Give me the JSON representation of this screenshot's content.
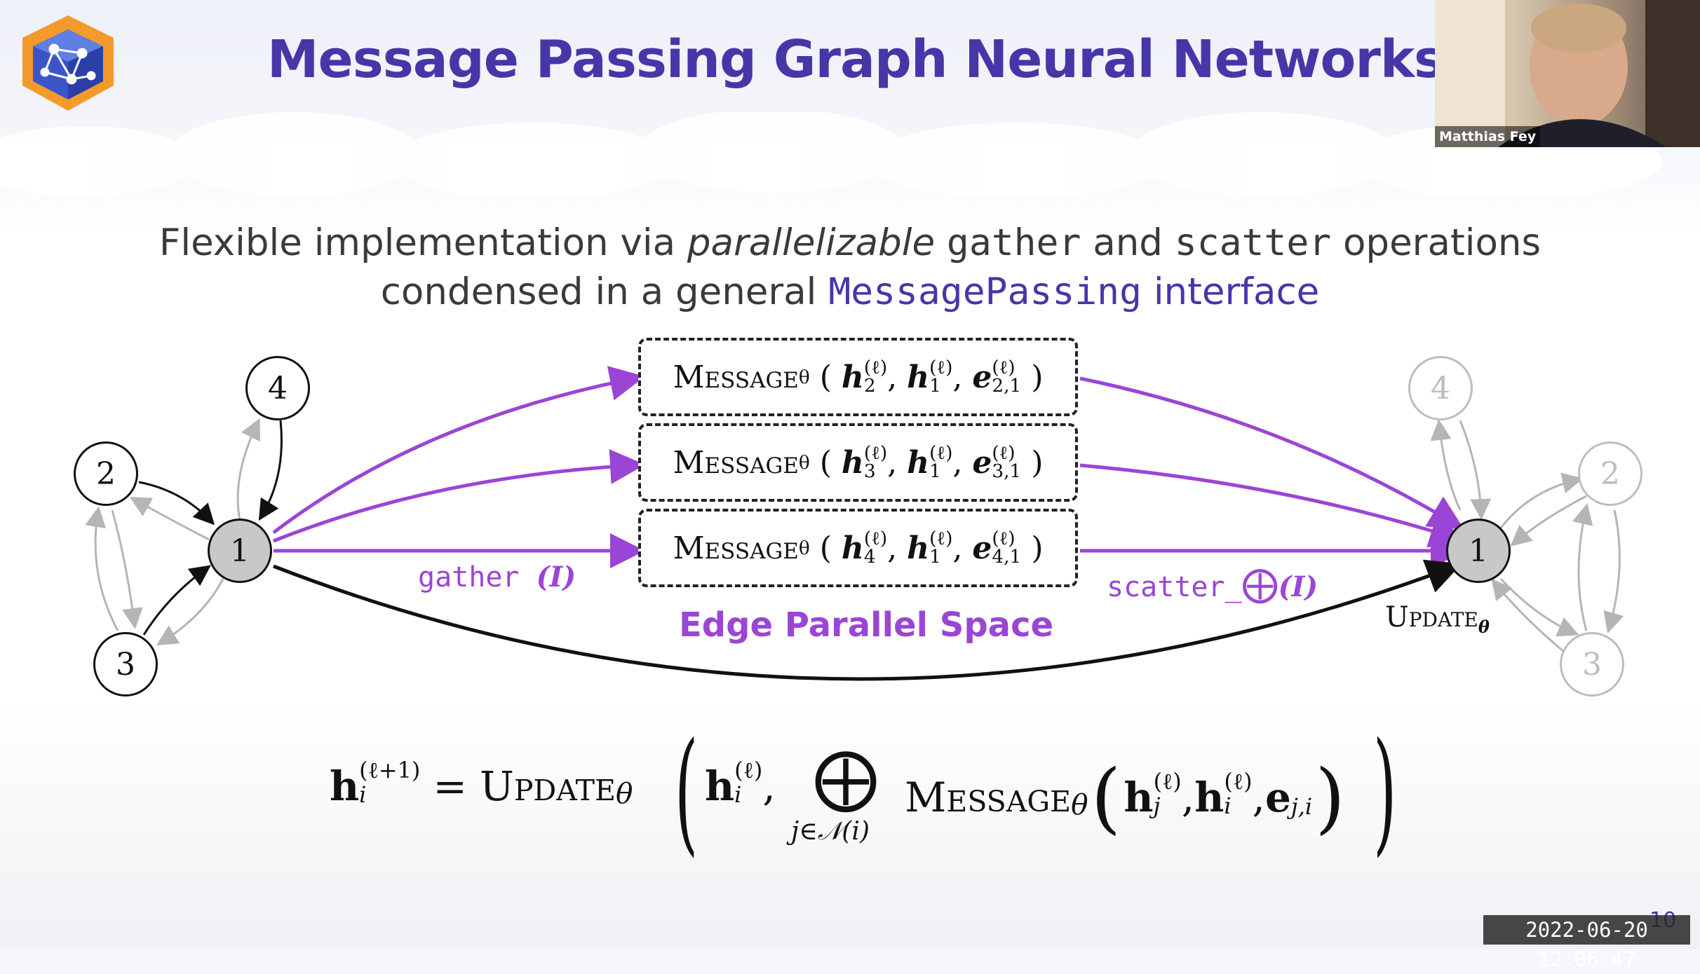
{
  "slide": {
    "title": "Message Passing Graph Neural Networks",
    "subtitle": {
      "l1_a": "Flexible implementation via ",
      "l1_b": "parallelizable",
      "l1_c": " ",
      "l1_d": "gather",
      "l1_e": " and ",
      "l1_f": "scatter",
      "l1_g": " operations",
      "l2_a": "condensed in a general ",
      "l2_b": "MessagePassing",
      "l2_c": " interface"
    },
    "messages": [
      {
        "fn": "Message",
        "sub": "θ",
        "h1": "h",
        "s1": "2",
        "h2": "h",
        "s2": "1",
        "e": "e",
        "es": "2,1",
        "sup": "(ℓ)"
      },
      {
        "fn": "Message",
        "sub": "θ",
        "h1": "h",
        "s1": "3",
        "h2": "h",
        "s2": "1",
        "e": "e",
        "es": "3,1",
        "sup": "(ℓ)"
      },
      {
        "fn": "Message",
        "sub": "θ",
        "h1": "h",
        "s1": "4",
        "h2": "h",
        "s2": "1",
        "e": "e",
        "es": "4,1",
        "sup": "(ℓ)"
      }
    ],
    "gather_label": "gather",
    "gather_arg": "(I)",
    "scatter_label": "scatter_",
    "scatter_arg": "(I)",
    "oplus": "⨁",
    "edge_space": "Edge Parallel Space",
    "update_label": "Update",
    "update_sub": "θ",
    "left_nodes": [
      "1",
      "2",
      "3",
      "4"
    ],
    "right_nodes": [
      "1",
      "2",
      "3",
      "4"
    ],
    "formula": {
      "lhs": "h",
      "lhs_sup": "(ℓ+1)",
      "lhs_sub": "i",
      "eq": "=",
      "update": "Update",
      "theta": "θ",
      "arg_h": "h",
      "arg_sup": "(ℓ)",
      "arg_sub": "i",
      "comma": ",",
      "bigoplus": "⨁",
      "under": "j∈𝒩(i)",
      "message": "Message",
      "m_h1": "h",
      "m_h1_sub": "j",
      "m_h2": "h",
      "m_h2_sub": "i",
      "m_e": "e",
      "m_e_sub": "j,i"
    },
    "page_number": "10"
  },
  "webcam": {
    "name": "Matthias Fey"
  },
  "timestamp": "2022-06-20 12:06:47",
  "colors": {
    "title": "#4636a8",
    "accent": "#9b45d6"
  }
}
